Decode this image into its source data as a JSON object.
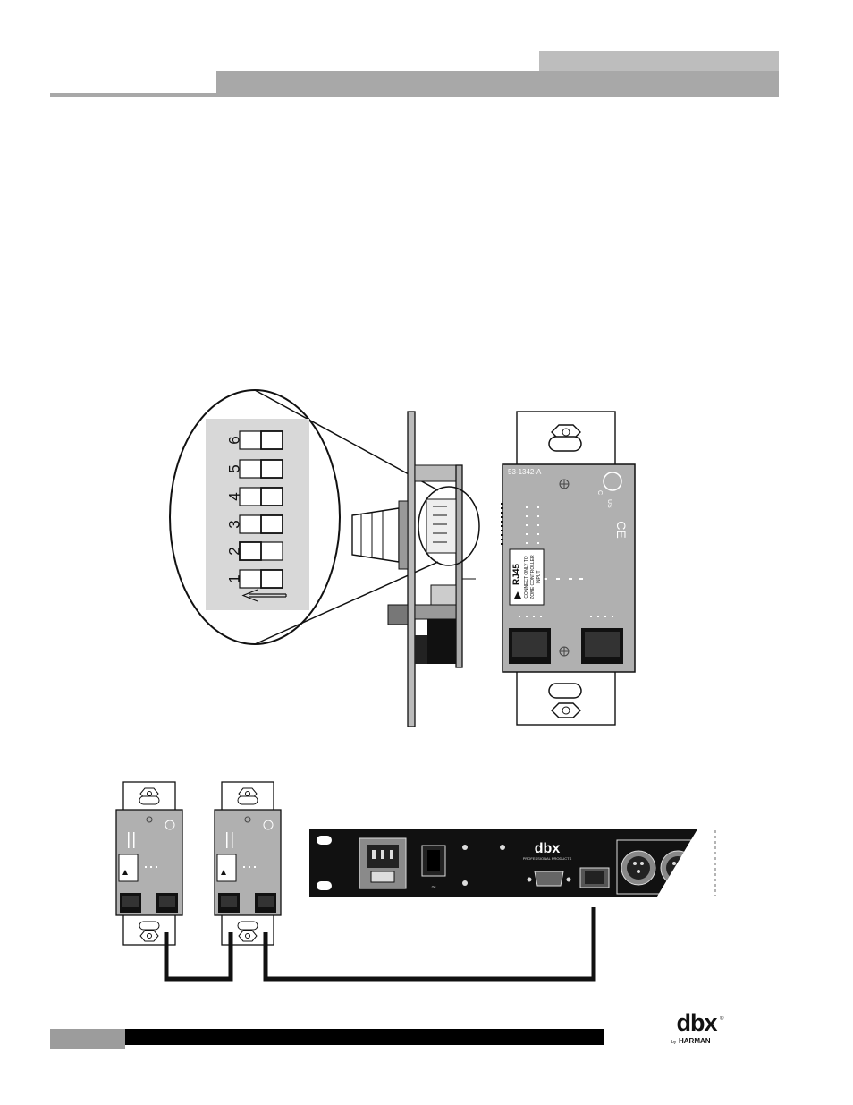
{
  "header": {},
  "diagram": {
    "dip_switch": {
      "numbers": [
        "6",
        "5",
        "4",
        "3",
        "2",
        "1"
      ],
      "positions": [
        "off",
        "off",
        "off",
        "off",
        "on",
        "off"
      ]
    },
    "wall_panel": {
      "part_number": "53-1342-A",
      "port_label": "RJ45",
      "warning_line_1": "CONNECT ONLY TO",
      "warning_line_2": "ZONE CONTROLLER",
      "warning_line_3": "INPUT",
      "cert_marks": [
        "C",
        "US",
        "CE"
      ]
    },
    "rack_unit": {
      "brand": "dbx",
      "brand_sub": "PROFESSIONAL PRODUCTS",
      "power_symbol": "~"
    }
  },
  "footer": {
    "brand_main": "dbx",
    "brand_reg": "®",
    "brand_by": "by",
    "brand_harman": "HARMAN"
  },
  "colors": {
    "header_gray": "#a8a8a8",
    "header_tab": "#bdbdbd",
    "panel_gray": "#b0b0b0",
    "rack_black": "#111111"
  }
}
